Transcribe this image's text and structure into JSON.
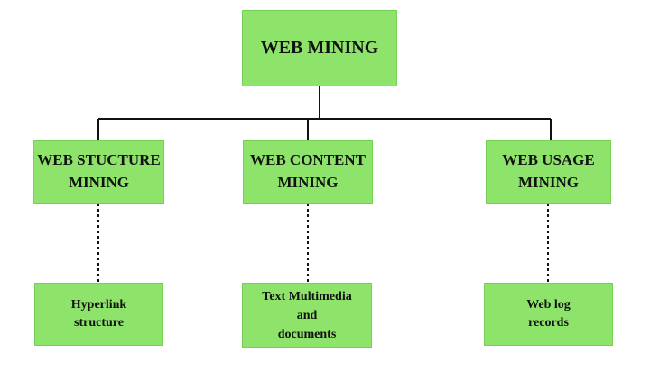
{
  "diagram": {
    "root": {
      "label": "WEB MINING"
    },
    "categories": [
      {
        "label": "WEB STUCTURE\nMINING"
      },
      {
        "label": "WEB CONTENT\nMINING"
      },
      {
        "label": "WEB USAGE\nMINING"
      }
    ],
    "details": [
      {
        "label": "Hyperlink\nstructure"
      },
      {
        "label": "Text Multimedia\nand\ndocuments"
      },
      {
        "label": "Web log\nrecords"
      }
    ],
    "colors": {
      "box_fill": "#8ee36b",
      "box_border": "#78cf55",
      "line": "#111111"
    }
  }
}
